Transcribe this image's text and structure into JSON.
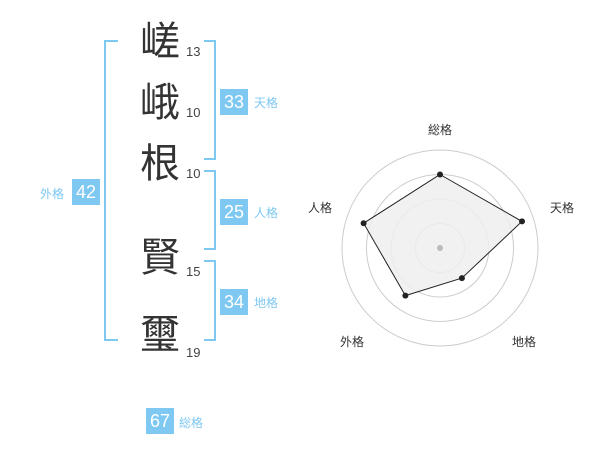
{
  "name_characters": [
    {
      "char": "嵯",
      "strokes": "13"
    },
    {
      "char": "峨",
      "strokes": "10"
    },
    {
      "char": "根",
      "strokes": "10"
    },
    {
      "char": "賢",
      "strokes": "15"
    },
    {
      "char": "璽",
      "strokes": "19"
    }
  ],
  "fortune": {
    "tenkaku": {
      "value": "33",
      "label": "天格"
    },
    "jinkaku": {
      "value": "25",
      "label": "人格"
    },
    "chikaku": {
      "value": "34",
      "label": "地格"
    },
    "gaikaku": {
      "value": "42",
      "label": "外格"
    },
    "soukaku": {
      "value": "67",
      "label": "総格"
    }
  },
  "colors": {
    "accent": "#7ec8f2",
    "text": "#333333",
    "radar_fill": "#eeeeee"
  },
  "chart_data": {
    "type": "radar",
    "axes": [
      "総格",
      "天格",
      "地格",
      "外格",
      "人格"
    ],
    "values": [
      0.75,
      0.88,
      0.38,
      0.6,
      0.82
    ],
    "rings": 4
  }
}
